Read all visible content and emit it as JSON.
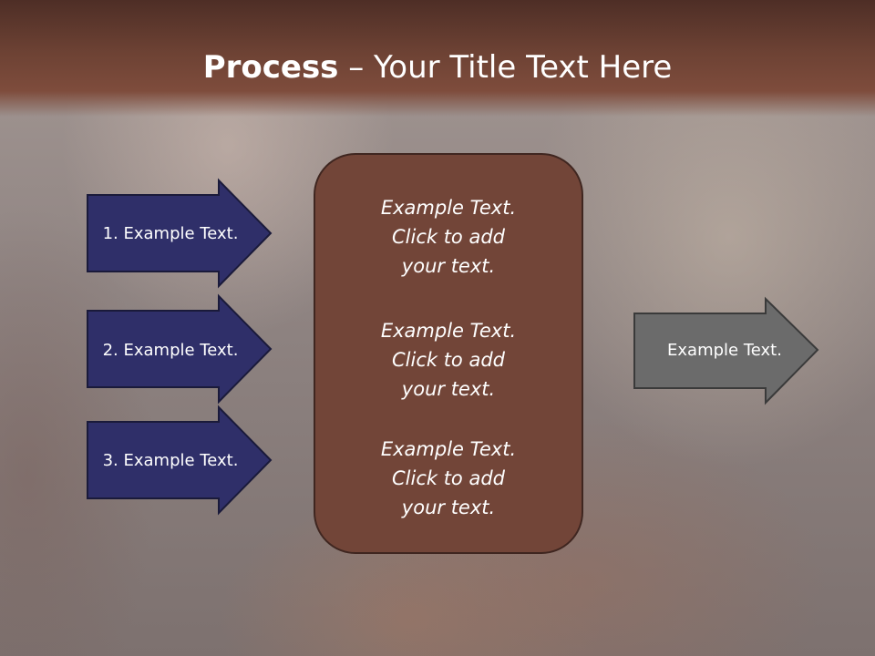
{
  "title": {
    "strong": "Process",
    "rest": " – Your Title Text Here"
  },
  "left_steps": [
    {
      "label": "1. Example Text."
    },
    {
      "label": "2. Example Text."
    },
    {
      "label": "3. Example Text."
    }
  ],
  "center_box": {
    "blocks": [
      {
        "line1": "Example Text.",
        "line2": "Click  to add",
        "line3": "your text."
      },
      {
        "line1": "Example Text.",
        "line2": "Click  to add",
        "line3": "your text."
      },
      {
        "line1": "Example Text.",
        "line2": "Click  to add",
        "line3": "your text."
      }
    ]
  },
  "output_arrow": {
    "label": "Example Text."
  },
  "colors": {
    "header": "#6d4234",
    "step_arrow_fill": "#2f2f69",
    "center_box_fill": "#724538",
    "output_arrow_fill": "#6b6b6b"
  }
}
